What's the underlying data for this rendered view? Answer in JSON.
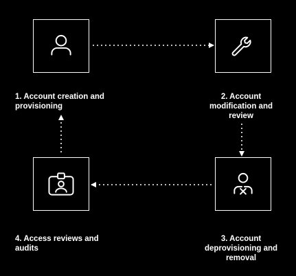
{
  "colors": {
    "background": "#000000",
    "foreground": "#ffffff"
  },
  "steps": [
    {
      "label": "1. Account creation and\nprovisioning",
      "icon": "user-icon"
    },
    {
      "label": "2. Account\nmodification and\nreview",
      "icon": "wrench-icon"
    },
    {
      "label": "3. Account\ndeprovisioning and\nremoval",
      "icon": "user-remove-icon"
    },
    {
      "label": "4. Access reviews and\naudits",
      "icon": "id-badge-icon"
    }
  ]
}
